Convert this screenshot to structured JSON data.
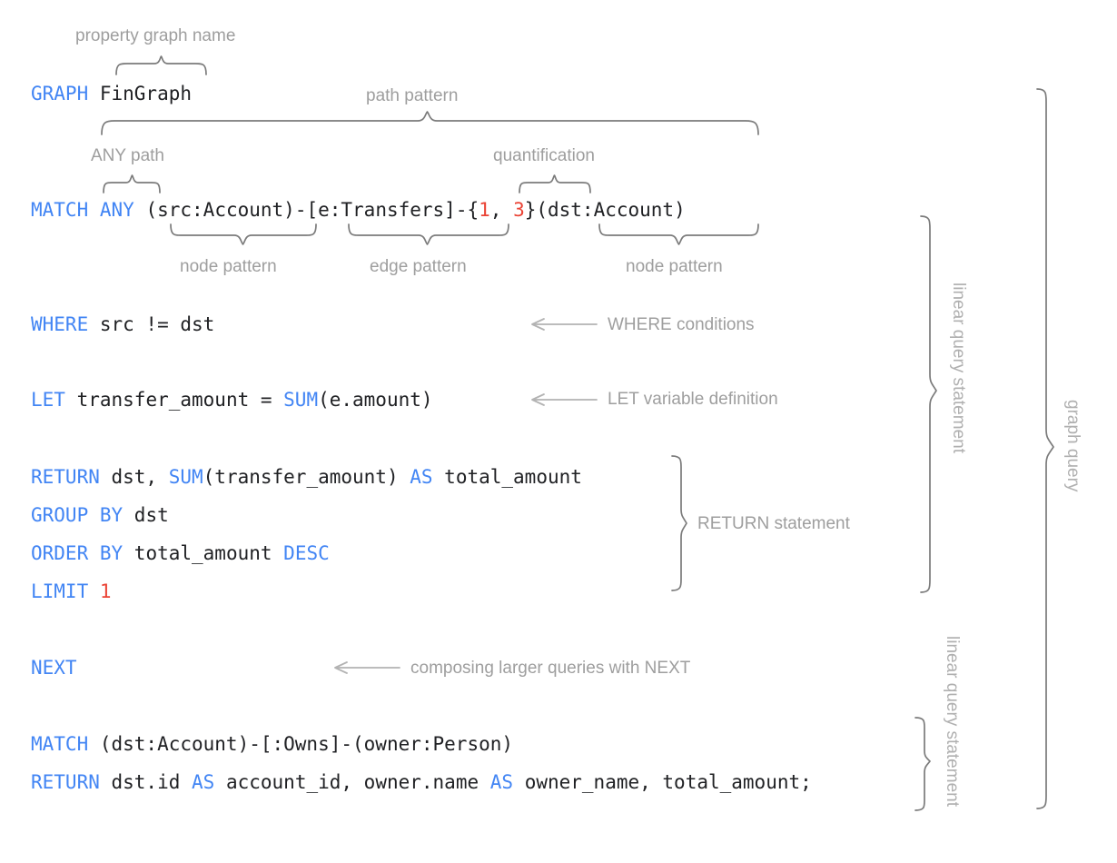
{
  "title": "GQL graph query annotated diagram",
  "colors": {
    "keyword": "#4285f4",
    "number": "#ea4335",
    "text": "#202124",
    "annotation": "#9e9e9e",
    "brace": "#7b7b7b",
    "background": "#ffffff"
  },
  "code_lines": [
    {
      "id": "line-graph",
      "tokens": [
        {
          "t": "GRAPH",
          "k": "kw"
        },
        {
          "t": " FinGraph",
          "k": "plain"
        }
      ]
    },
    {
      "id": "line-match",
      "tokens": [
        {
          "t": "MATCH",
          "k": "kw"
        },
        {
          "t": " ",
          "k": "plain"
        },
        {
          "t": "ANY",
          "k": "kw"
        },
        {
          "t": " (src:Account)-[e:Transfers]-{",
          "k": "plain"
        },
        {
          "t": "1",
          "k": "num"
        },
        {
          "t": ", ",
          "k": "plain"
        },
        {
          "t": "3",
          "k": "num"
        },
        {
          "t": "}(dst:Account)",
          "k": "plain"
        }
      ]
    },
    {
      "id": "line-where",
      "tokens": [
        {
          "t": "WHERE",
          "k": "kw"
        },
        {
          "t": " src != dst",
          "k": "plain"
        }
      ]
    },
    {
      "id": "line-let",
      "tokens": [
        {
          "t": "LET",
          "k": "kw"
        },
        {
          "t": " transfer_amount = ",
          "k": "plain"
        },
        {
          "t": "SUM",
          "k": "kw"
        },
        {
          "t": "(e.amount)",
          "k": "plain"
        }
      ]
    },
    {
      "id": "line-return",
      "tokens": [
        {
          "t": "RETURN",
          "k": "kw"
        },
        {
          "t": " dst, ",
          "k": "plain"
        },
        {
          "t": "SUM",
          "k": "kw"
        },
        {
          "t": "(transfer_amount) ",
          "k": "plain"
        },
        {
          "t": "AS",
          "k": "kw"
        },
        {
          "t": " total_amount",
          "k": "plain"
        }
      ]
    },
    {
      "id": "line-group",
      "tokens": [
        {
          "t": "GROUP BY",
          "k": "kw"
        },
        {
          "t": " dst",
          "k": "plain"
        }
      ]
    },
    {
      "id": "line-order",
      "tokens": [
        {
          "t": "ORDER BY",
          "k": "kw"
        },
        {
          "t": " total_amount ",
          "k": "plain"
        },
        {
          "t": "DESC",
          "k": "kw"
        }
      ]
    },
    {
      "id": "line-limit",
      "tokens": [
        {
          "t": "LIMIT",
          "k": "kw"
        },
        {
          "t": " ",
          "k": "plain"
        },
        {
          "t": "1",
          "k": "num"
        }
      ]
    },
    {
      "id": "line-next",
      "tokens": [
        {
          "t": "NEXT",
          "k": "kw"
        }
      ]
    },
    {
      "id": "line-match2",
      "tokens": [
        {
          "t": "MATCH",
          "k": "kw"
        },
        {
          "t": " (dst:Account)-[:Owns]-(owner:Person)",
          "k": "plain"
        }
      ]
    },
    {
      "id": "line-return2",
      "tokens": [
        {
          "t": "RETURN",
          "k": "kw"
        },
        {
          "t": " dst.id ",
          "k": "plain"
        },
        {
          "t": "AS",
          "k": "kw"
        },
        {
          "t": " account_id, owner.name ",
          "k": "plain"
        },
        {
          "t": "AS",
          "k": "kw"
        },
        {
          "t": " owner_name, total_amount;",
          "k": "plain"
        }
      ]
    }
  ],
  "annotations": {
    "property_graph_name": "property graph name",
    "path_pattern": "path pattern",
    "any_path": "ANY path",
    "quantification": "quantification",
    "node_pattern_left": "node pattern",
    "edge_pattern": "edge pattern",
    "node_pattern_right": "node pattern",
    "where_conditions": "WHERE conditions",
    "let_variable_definition": "LET variable definition",
    "return_statement": "RETURN statement",
    "composing_next": "composing larger queries with NEXT",
    "linear_query_statement_1": "linear query statement",
    "linear_query_statement_2": "linear query statement",
    "graph_query": "graph query"
  }
}
